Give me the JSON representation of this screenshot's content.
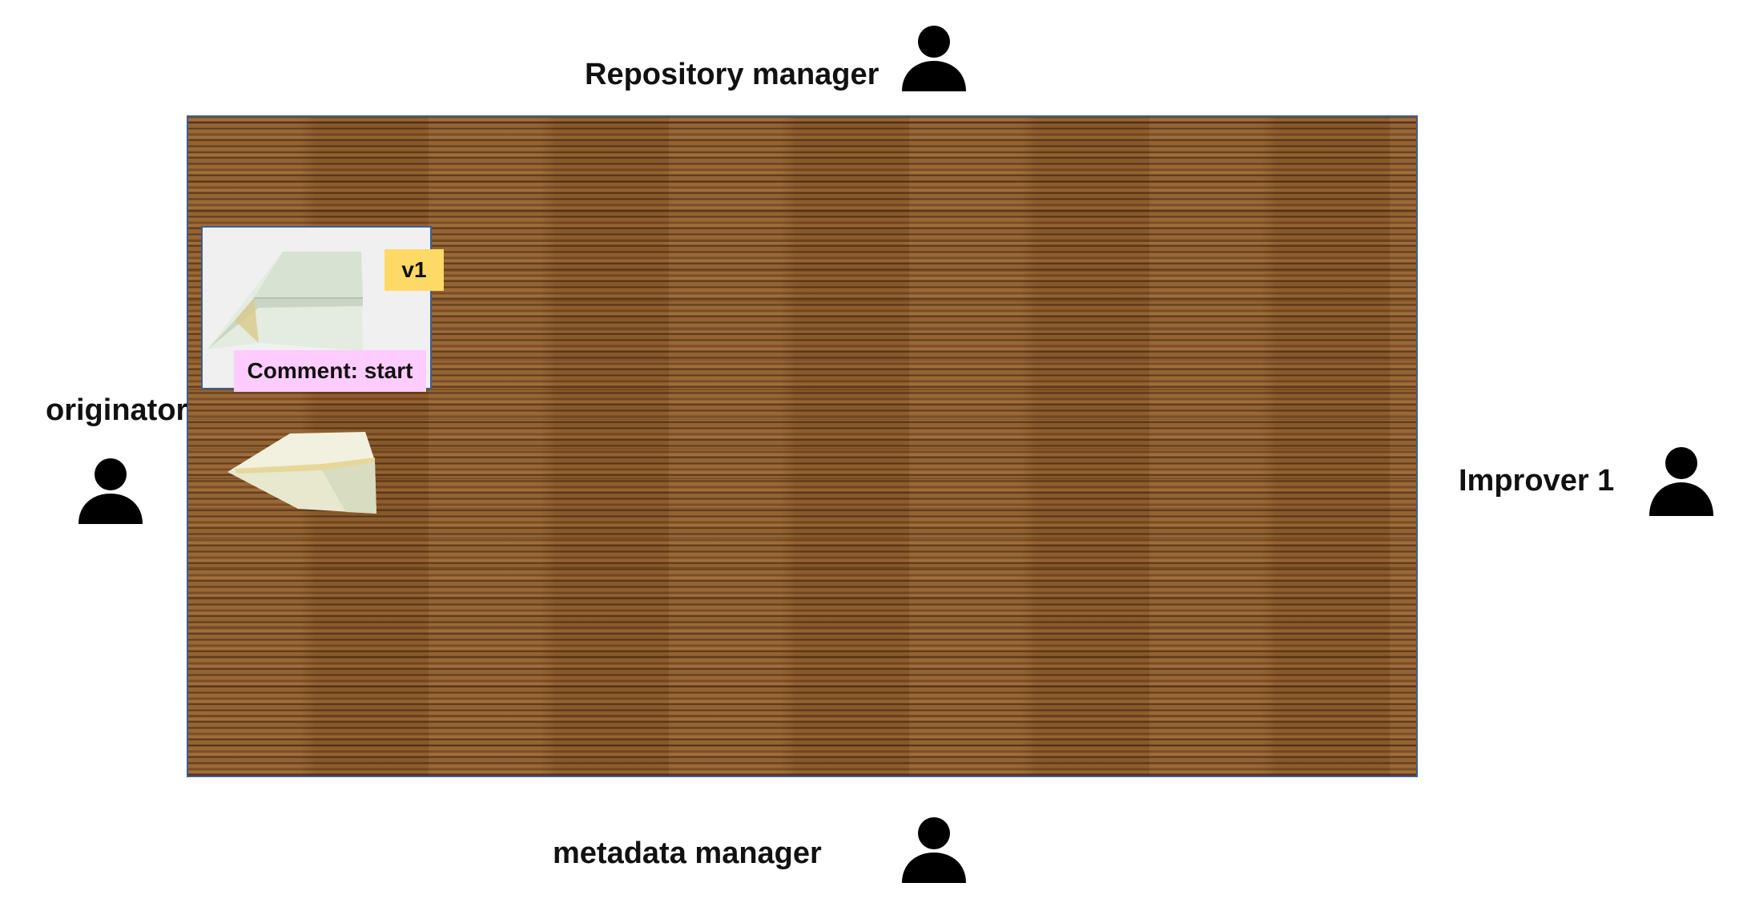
{
  "roles": {
    "repository_manager": "Repository manager",
    "originator": "originator",
    "improver": "Improver 1",
    "metadata_manager": "metadata manager"
  },
  "version_card": {
    "version": "v1",
    "comment": "Comment: start"
  },
  "icons": {
    "person": "person-icon",
    "artifact": "paper-airplane-icon"
  },
  "colors": {
    "version_badge": "#ffd966",
    "comment_label": "#ffccff",
    "card_border": "#3f5f8f",
    "table": "#8a5a2b"
  }
}
